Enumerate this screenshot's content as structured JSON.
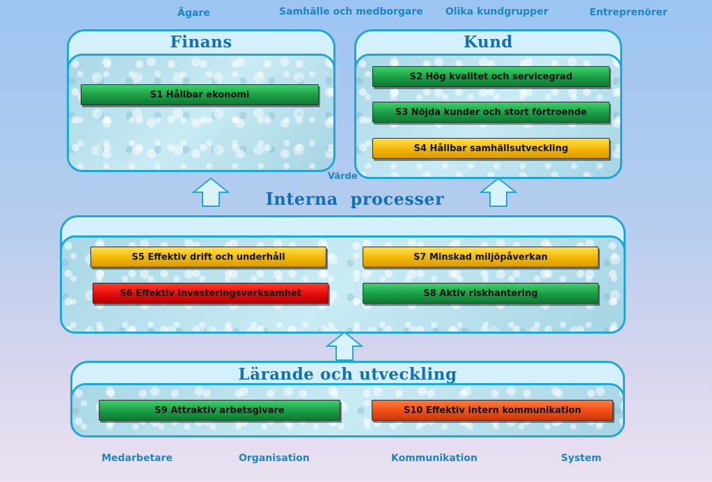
{
  "top_labels": [
    "Ägare",
    "Samhälle och medborgare",
    "Olika kundgrupper",
    "Entreprenörer"
  ],
  "bottom_labels": [
    "Medarbetare",
    "Organisation",
    "Kommunikation",
    "System"
  ],
  "finans": {
    "title": "Finans",
    "items": [
      "S1 Hållbar ekonomi"
    ]
  },
  "kund": {
    "title": "Kund",
    "items": [
      "S2 Hög kvalitet och servicegrad",
      "S3 Nöjda kunder och stort förtroende",
      "S4 Hållbar samhällsutveckling"
    ]
  },
  "varde_label": "Värde",
  "interna": {
    "title": "Interna  processer",
    "items": [
      "S5 Effektiv drift och underhåll",
      "S6 Effektiv investeringsverksamhet",
      "S7 Minskad miljöpåverkan",
      "S8 Aktiv riskhantering"
    ]
  },
  "larande": {
    "title": "Lärande och utveckling",
    "items": [
      "S9 Attraktiv arbetsgivare",
      "S10 Effektiv intern kommunikation"
    ]
  },
  "status_colors": {
    "green": "#1b9c46",
    "yellow": "#f2b606",
    "red": "#e00c0c",
    "orange": "#f04e16"
  }
}
